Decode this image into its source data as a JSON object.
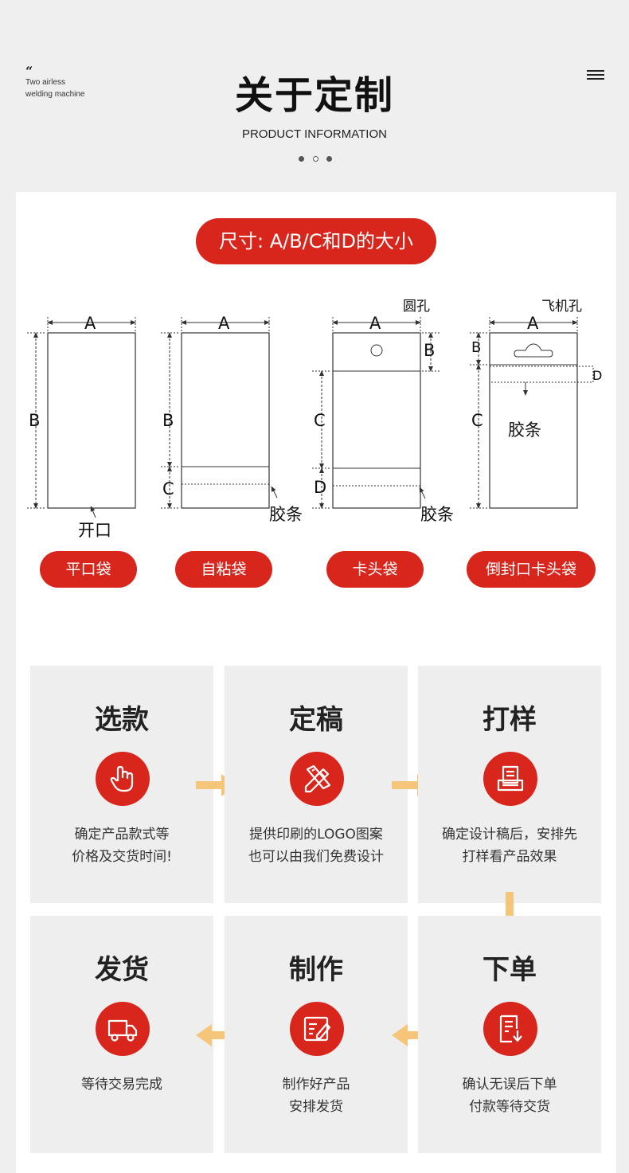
{
  "header": {
    "quote_glyph": "“",
    "tagline_line1": "Two airless",
    "tagline_line2": "welding machine",
    "title": "关于定制",
    "subtitle": "PRODUCT INFORMATION"
  },
  "size_section": {
    "heading": "尺寸: A/B/C和D的大小",
    "letters": {
      "a": "A",
      "b": "B",
      "c": "C",
      "d": "D"
    },
    "labels": {
      "opening": "开口",
      "glue_strip": "胶条",
      "round_hole": "圆孔",
      "airplane_hole": "飞机孔"
    },
    "bag_types": [
      "平口袋",
      "自粘袋",
      "卡头袋",
      "倒封口卡头袋"
    ]
  },
  "process": {
    "steps": [
      {
        "title": "选款",
        "desc1": "确定产品款式等",
        "desc2": "价格及交货时间!",
        "icon": "hand-pointer-icon"
      },
      {
        "title": "定稿",
        "desc1": "提供印刷的LOGO图案",
        "desc2": "也可以由我们免费设计",
        "icon": "pencil-ruler-icon"
      },
      {
        "title": "打样",
        "desc1": "确定设计稿后，安排先",
        "desc2": "打样看产品效果",
        "icon": "printer-tray-icon"
      },
      {
        "title": "下单",
        "desc1": "确认无误后下单",
        "desc2": "付款等待交货",
        "icon": "document-download-icon"
      },
      {
        "title": "制作",
        "desc1": "制作好产品",
        "desc2": "安排发货",
        "icon": "edit-document-icon"
      },
      {
        "title": "发货",
        "desc1": "等待交易完成",
        "desc2": "",
        "icon": "delivery-truck-icon"
      }
    ]
  },
  "colors": {
    "accent": "#d9261c",
    "arrow": "#f5c57a",
    "card_bg": "#eeeeee"
  }
}
